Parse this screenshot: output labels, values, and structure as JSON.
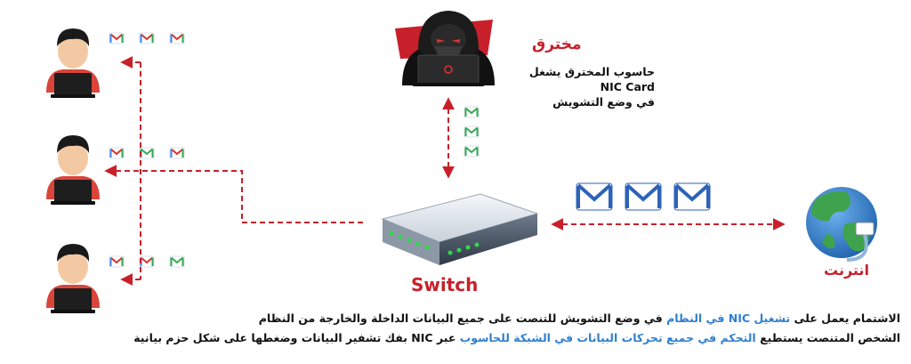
{
  "hacker": {
    "title": "مخترق",
    "desc_line1": "حاسوب المخترق يشغل",
    "desc_line2": "NIC Card",
    "desc_line3": "في وضع التشويش"
  },
  "switch_label": "Switch",
  "internet_label": "انترنت",
  "caption": {
    "line1_a": "الاشتمام يعمل على",
    "line1_hl": "تشغيل NIC في النظام",
    "line1_b": "في وضع التشويش للتنصت على جميع البيانات الداخلة  والخارجة من النظام",
    "line2_a": "الشخص المتنصت يستطيع",
    "line2_hl": "التحكم في جميع تحركات البيانات في الشبكة للحاسوب",
    "line2_b": "عبر NIC بفك تشفير البيانات وضغطها على شكل حزم بيانية"
  },
  "colors": {
    "arrow": "#c8202a",
    "label_red": "#c8202a",
    "highlight": "#2f7fd0",
    "user_shirt": "#d9453a",
    "laptop": "#1e1e1e",
    "switch_body": "#dfe5ec",
    "led": "#32d84a",
    "envelope_blue": "#2d63b8",
    "globe_ocean": "#2f7fd0",
    "globe_land": "#3fa34d"
  },
  "icons": [
    "user-icon",
    "hacker-icon",
    "switch-icon",
    "globe-icon",
    "envelope-icon",
    "gmail-icon"
  ]
}
